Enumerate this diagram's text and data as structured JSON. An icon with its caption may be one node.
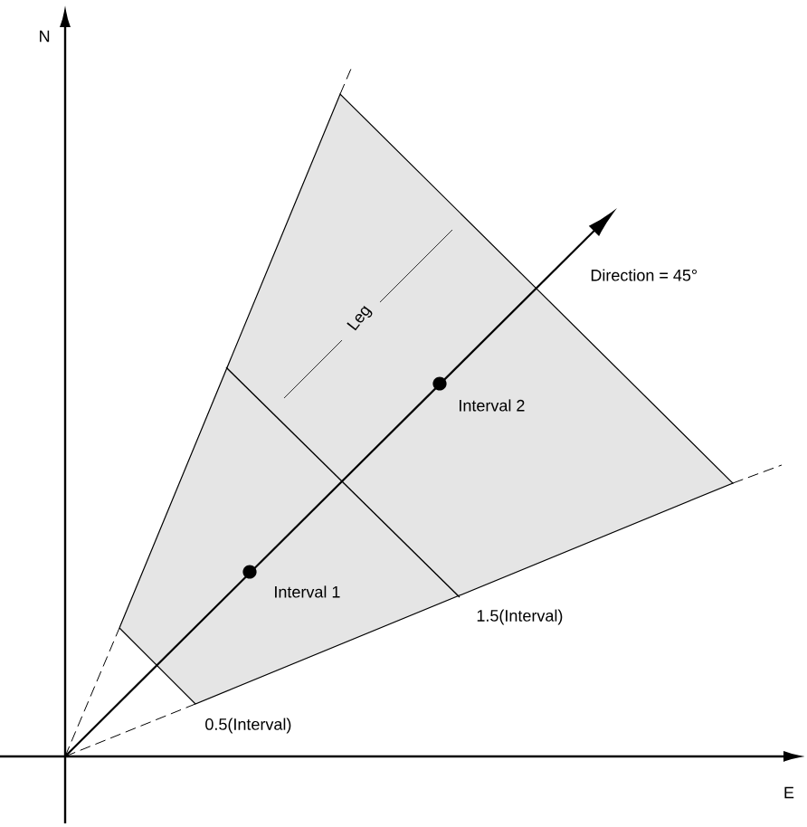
{
  "diagram": {
    "labels": [
      "N",
      "Direction = 45°",
      "Leg",
      "Interval 2",
      "Interval 1",
      "1.5(Interval)",
      "0.5(Interval)",
      "E"
    ]
  }
}
